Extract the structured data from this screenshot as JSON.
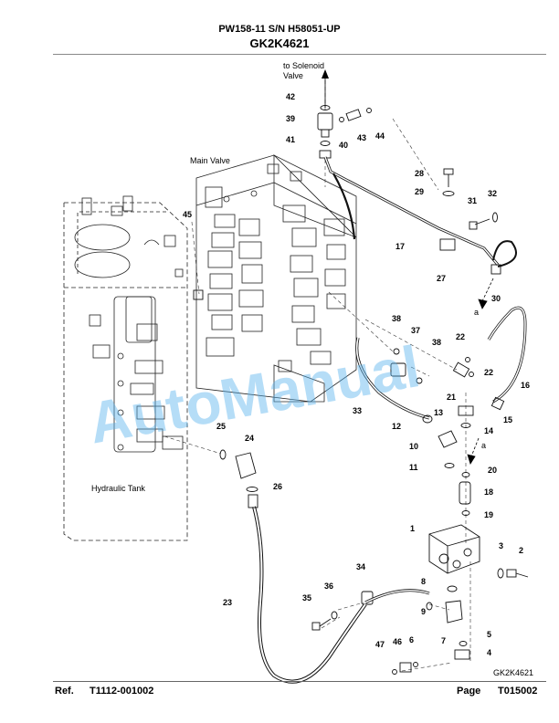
{
  "header": {
    "title_line1": "PW158-11 S/N H58051-UP",
    "title_line2": "GK2K4621"
  },
  "labels": {
    "solenoid_line1": "to Solenoid",
    "solenoid_line2": "Valve",
    "main_valve": "Main Valve",
    "hydraulic_tank": "Hydraulic Tank",
    "connector_a": "a",
    "figure_code": "GK2K4621"
  },
  "watermark": "AutoManual",
  "callouts": [
    "1",
    "2",
    "3",
    "4",
    "5",
    "6",
    "7",
    "8",
    "9",
    "10",
    "11",
    "12",
    "13",
    "14",
    "15",
    "16",
    "17",
    "18",
    "19",
    "20",
    "21",
    "22",
    "23",
    "24",
    "25",
    "26",
    "27",
    "28",
    "29",
    "30",
    "31",
    "32",
    "33",
    "34",
    "35",
    "36",
    "37",
    "38",
    "39",
    "40",
    "41",
    "42",
    "43",
    "44",
    "45",
    "46",
    "47"
  ],
  "footer": {
    "ref_label": "Ref.",
    "ref_value": "T1112-001002",
    "page_label": "Page",
    "page_value": "T015002"
  }
}
